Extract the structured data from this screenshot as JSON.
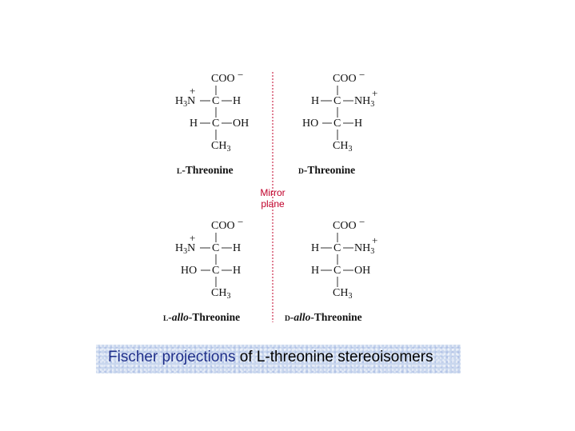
{
  "mirror": {
    "line1": "Mirror",
    "line2": "plane",
    "color": "#c0002a"
  },
  "caption": {
    "highlight": "Fischer projections",
    "rest": " of L-threonine stereoisomers",
    "highlight_color": "#1f2f8a"
  },
  "atoms": {
    "carbon": "C",
    "hydrogen": "H",
    "carboxylate": "COO",
    "charge_minus": "−",
    "charge_plus": "+",
    "methyl": "CH",
    "methyl_sub": "3",
    "amine_left": "H",
    "amine_left_sub": "3",
    "amine_left_end": "N",
    "amine_right": "NH",
    "amine_right_sub": "3",
    "hydroxyl_right": "OH",
    "hydroxyl_left": "HO"
  },
  "names": {
    "l_threonine": {
      "prefix": "L",
      "italic": "",
      "suffix": "-Threonine"
    },
    "d_threonine": {
      "prefix": "D",
      "italic": "",
      "suffix": "-Threonine"
    },
    "l_allo": {
      "prefix": "L",
      "italic": "-allo",
      "suffix": "-Threonine"
    },
    "d_allo": {
      "prefix": "D",
      "italic": "-allo",
      "suffix": "-Threonine"
    }
  }
}
